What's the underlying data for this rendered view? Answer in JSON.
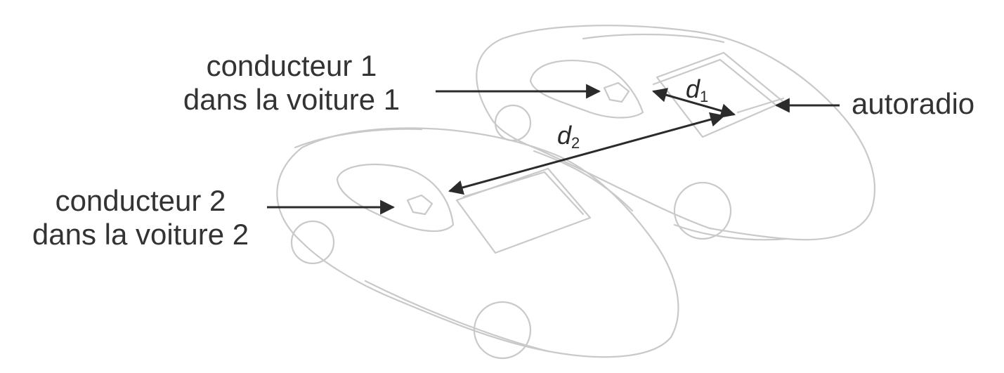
{
  "labels": {
    "driver1_line1": "conducteur 1",
    "driver1_line2": "dans la voiture 1",
    "driver2_line1": "conducteur 2",
    "driver2_line2": "dans la voiture 2",
    "radio": "autoradio"
  },
  "distances": {
    "d1": {
      "symbol": "d",
      "subscript": "1"
    },
    "d2": {
      "symbol": "d",
      "subscript": "2"
    }
  },
  "colors": {
    "car_outline": "#c9c9c9",
    "arrow": "#2b2b2b",
    "text": "#333333"
  }
}
